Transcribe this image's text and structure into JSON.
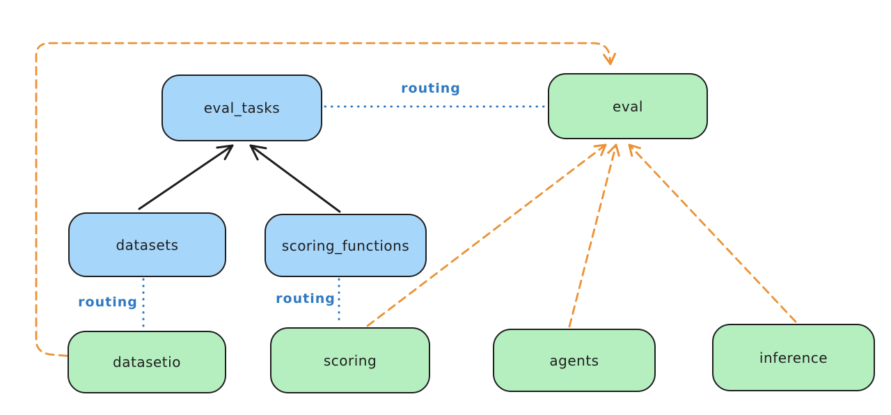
{
  "diagram": {
    "nodes": {
      "eval_tasks": {
        "label": "eval_tasks",
        "color": "blue"
      },
      "eval": {
        "label": "eval",
        "color": "green"
      },
      "datasets": {
        "label": "datasets",
        "color": "blue"
      },
      "scoring_functions": {
        "label": "scoring_functions",
        "color": "blue"
      },
      "datasetio": {
        "label": "datasetio",
        "color": "green"
      },
      "scoring": {
        "label": "scoring",
        "color": "green"
      },
      "agents": {
        "label": "agents",
        "color": "green"
      },
      "inference": {
        "label": "inference",
        "color": "green"
      }
    },
    "edge_labels": {
      "eval_tasks_to_eval": "routing",
      "datasets_to_datasetio": "routing",
      "scoring_functions_to_scoring": "routing"
    },
    "colors": {
      "background": "#ffffff",
      "node_blue_fill": "#a6d6fa",
      "node_green_fill": "#b5efbf",
      "node_stroke": "#1e1e1e",
      "routing_blue": "#2f7ac2",
      "dashed_orange": "#eb9234"
    }
  }
}
